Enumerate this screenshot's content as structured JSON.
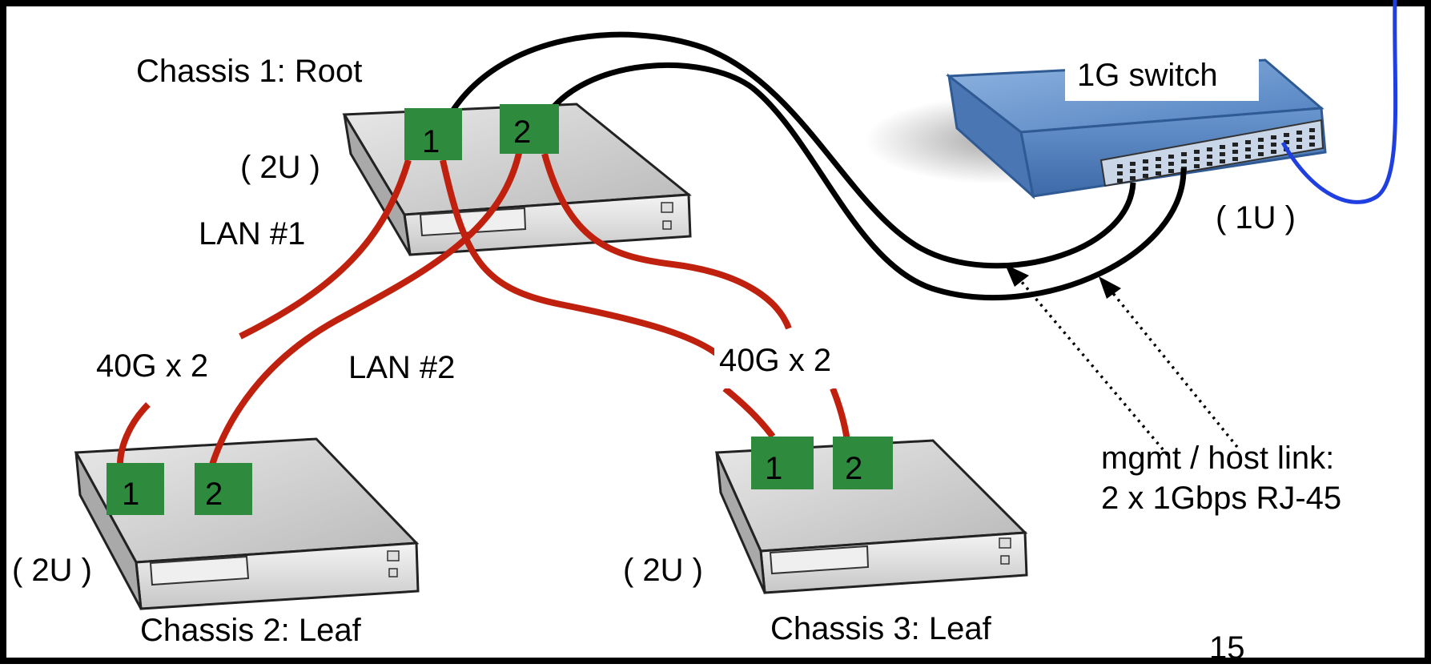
{
  "diagram": {
    "root": {
      "title": "Chassis 1: Root",
      "size": "( 2U )",
      "ports": [
        "1",
        "2"
      ]
    },
    "leaf1": {
      "title": "Chassis 2: Leaf",
      "size": "( 2U )",
      "ports": [
        "1",
        "2"
      ]
    },
    "leaf2": {
      "title": "Chassis 3: Leaf",
      "size": "( 2U )",
      "ports": [
        "1",
        "2"
      ]
    },
    "switch": {
      "title": "1G switch",
      "size": "( 1U )"
    },
    "links": {
      "lan1": "LAN #1",
      "lan2": "LAN #2",
      "speed_left": "40G x 2",
      "speed_right": "40G x 2",
      "mgmt_line1": "mgmt / host  link:",
      "mgmt_line2": "2 x 1Gbps RJ-45"
    },
    "page_number": "15"
  },
  "colors": {
    "lan_cable": "#c0210f",
    "mgmt_cable": "#000000",
    "uplink_cable": "#1f3fe0",
    "port_green": "#2e8b3e",
    "chassis_gray": "#d6d6d6",
    "switch_blue": "#5e8fc8"
  }
}
